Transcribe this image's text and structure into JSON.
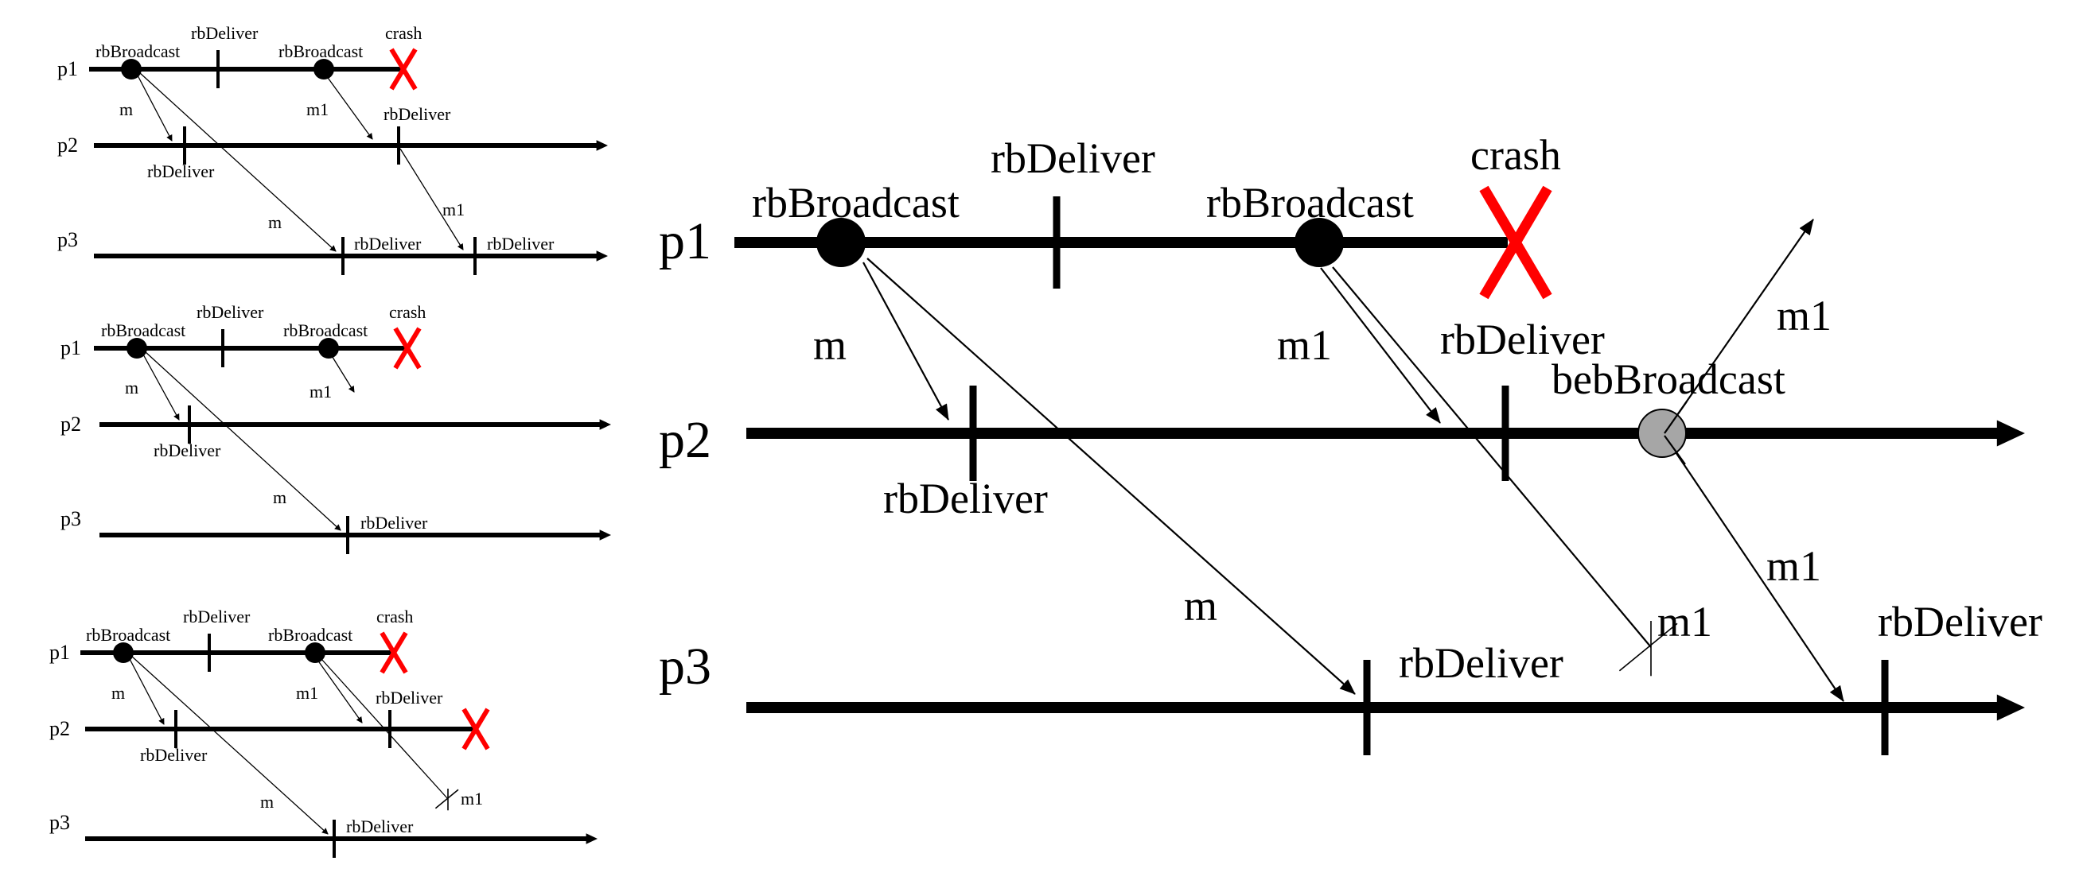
{
  "diagrams": [
    {
      "id": "small-1",
      "processes": [
        "p1",
        "p2",
        "p3"
      ],
      "events": {
        "p1_broadcast_1": "rbBroadcast",
        "p1_deliver": "rbDeliver",
        "p1_broadcast_2": "rbBroadcast",
        "p1_crash": "crash",
        "p2_deliver_1": "rbDeliver",
        "p2_deliver_2": "rbDeliver",
        "p3_deliver_1": "rbDeliver",
        "p3_deliver_2": "rbDeliver"
      },
      "messages": {
        "m_to_p2": "m",
        "m_to_p3": "m",
        "m1_to_p2": "m1",
        "m1_relay_to_p3": "m1"
      }
    },
    {
      "id": "small-2",
      "processes": [
        "p1",
        "p2",
        "p3"
      ],
      "events": {
        "p1_broadcast_1": "rbBroadcast",
        "p1_deliver": "rbDeliver",
        "p1_broadcast_2": "rbBroadcast",
        "p1_crash": "crash",
        "p2_deliver_1": "rbDeliver",
        "p3_deliver_1": "rbDeliver"
      },
      "messages": {
        "m_to_p2": "m",
        "m_to_p3": "m",
        "m1_partial": "m1"
      }
    },
    {
      "id": "small-3",
      "processes": [
        "p1",
        "p2",
        "p3"
      ],
      "events": {
        "p1_broadcast_1": "rbBroadcast",
        "p1_deliver": "rbDeliver",
        "p1_broadcast_2": "rbBroadcast",
        "p1_crash": "crash",
        "p2_deliver_1": "rbDeliver",
        "p2_deliver_2": "rbDeliver",
        "p3_deliver_1": "rbDeliver"
      },
      "messages": {
        "m_to_p2": "m",
        "m_to_p3": "m",
        "m1_to_p2": "m1",
        "m1_lost": "m1"
      }
    },
    {
      "id": "large",
      "processes": [
        "p1",
        "p2",
        "p3"
      ],
      "events": {
        "p1_broadcast_1": "rbBroadcast",
        "p1_deliver": "rbDeliver",
        "p1_broadcast_2": "rbBroadcast",
        "p1_crash": "crash",
        "p2_deliver_1": "rbDeliver",
        "p2_deliver_2": "rbDeliver",
        "p2_beb_broadcast": "bebBroadcast",
        "p3_deliver_1": "rbDeliver",
        "p3_deliver_2": "rbDeliver"
      },
      "messages": {
        "m_to_p2": "m",
        "m_to_p3": "m",
        "m1_to_p2": "m1",
        "m1_lost": "m1",
        "m1_beb_to_p1": "m1",
        "m1_beb_to_p3": "m1"
      }
    }
  ],
  "colors": {
    "line": "#000000",
    "crash": "#ff0000",
    "beb_circle_fill": "#a6a6a6",
    "broadcast_dot": "#000000"
  }
}
